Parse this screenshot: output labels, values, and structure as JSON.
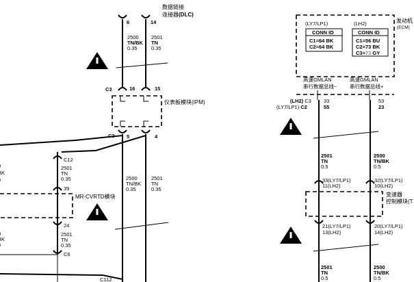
{
  "dlc": {
    "title_line1": "数据链接",
    "title_line2": "连接器",
    "title_tag": "(DLC)",
    "pin_left": "6",
    "pin_right": "14"
  },
  "wires_top": {
    "left": {
      "circuit": "2500",
      "color": "TN/BK",
      "gauge": "0.35"
    },
    "right": {
      "circuit": "2501",
      "color": "TN",
      "gauge": "0.35"
    }
  },
  "ipm": {
    "conn_top": "C3",
    "pin_top_left": "16",
    "pin_top_right": "15",
    "label": "仪表板模块(IPM)",
    "conn_bottom": "C3",
    "pin_bottom_left": "5",
    "pin_bottom_right": "4"
  },
  "left_module": {
    "conn1": "C12",
    "wire1": {
      "circuit": "2501",
      "color": "TN",
      "gauge": "0.35"
    },
    "pin1": "39",
    "label": "MR-CVRTD模块",
    "pin2": "24",
    "wire2": {
      "circuit": "2501",
      "color": "TN",
      "gauge": "0.35"
    },
    "conn2": "C6",
    "partial_top": [
      "0",
      "BK",
      "5"
    ],
    "partial_bottom": [
      "0",
      "BK",
      "5"
    ],
    "bottom_partial": "C112"
  },
  "wires_mid": {
    "left": {
      "circuit": "2500",
      "color": "TN/BK",
      "gauge": "0.35"
    },
    "right": {
      "circuit": "2501",
      "color": "TN",
      "gauge": "0.35"
    }
  },
  "ecm": {
    "title_line1": "发动机",
    "title_line2": "(ECM)",
    "variant1": "(LY7/LP1)",
    "variant2": "(LH2)",
    "conn_id": "CONN ID",
    "box1": [
      "C1=64 BK",
      "C2=64 BK"
    ],
    "box2_line1": "C1=56 BU",
    "box2_line2": "C2=73 BK",
    "box2_line3_prefix": "C3=",
    "box2_line3_gray": "73",
    "box2_line3_suffix": " GY",
    "gmlan_left_1": "高速GMLAN",
    "gmlan_left_2": "串行数据总线−",
    "gmlan_right_1": "高速GMLAN",
    "gmlan_right_2": "串行数据总线+",
    "conn_lh2": "(LH2)",
    "conn_c3": "C3",
    "conn_ly7": "(LY7/LP1)",
    "conn_c2": "C2",
    "pin_l_top": "33",
    "pin_l_bot": "55",
    "pin_r_top": "53",
    "pin_r_bot": "23"
  },
  "right_wires_1": {
    "left": {
      "circuit": "2501",
      "color": "TN",
      "gauge": "0.5"
    },
    "right": {
      "circuit": "2500",
      "color": "TN/BK",
      "gauge": "0.5"
    }
  },
  "tcm": {
    "pin_l1": "33(LY7/LP1)",
    "pin_l2": "11(LH2)",
    "pin_r1": "32(LY7/LP1)",
    "pin_r2": "10(LH2)",
    "label1": "变速器",
    "label2": "控制模块(T",
    "pin_l3": "21(LY7/LP1)",
    "pin_l4": "13(LH2)",
    "pin_r3": "20(LY7/LP1)",
    "pin_r4": "14(LH2)"
  },
  "right_wires_2": {
    "left": {
      "circuit": "2501",
      "color": "TN",
      "gauge": "0.5"
    },
    "right": {
      "circuit": "2500",
      "color": "TN/BK",
      "gauge": "0.5"
    }
  }
}
